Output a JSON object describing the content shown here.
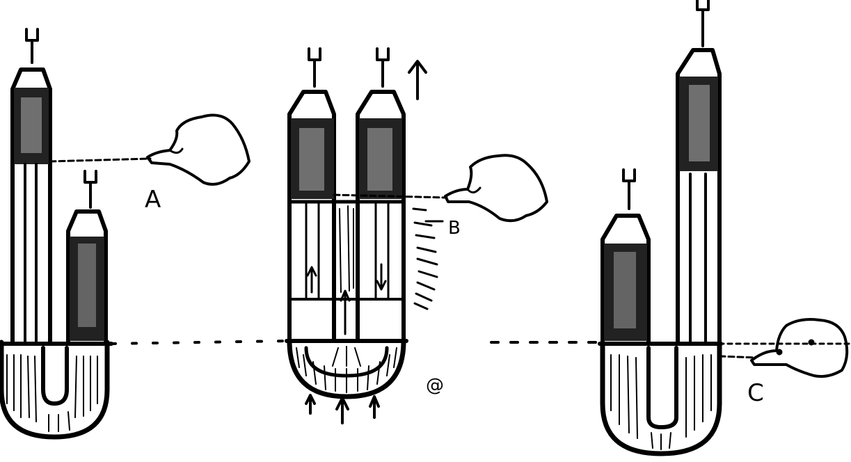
{
  "figure": {
    "labels": {
      "a": "A",
      "b": "B",
      "c": "C",
      "center_mark": "@"
    },
    "colors": {
      "ink": "#000000",
      "paper": "#ffffff"
    },
    "icons": [
      "hand-pointer-icon",
      "up-arrow-icon",
      "stopcock-icon"
    ]
  }
}
